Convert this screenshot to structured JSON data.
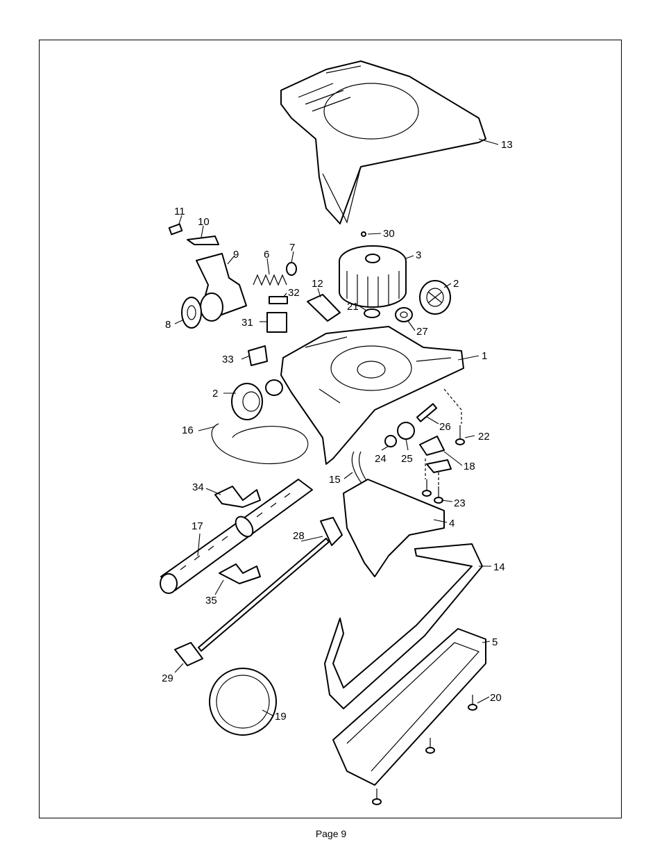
{
  "footer": {
    "page_label": "Page 9"
  },
  "callouts": {
    "c1": "1",
    "c2a": "2",
    "c2b": "2",
    "c3": "3",
    "c4": "4",
    "c5": "5",
    "c6": "6",
    "c7": "7",
    "c8": "8",
    "c9": "9",
    "c10": "10",
    "c11": "11",
    "c12": "12",
    "c13": "13",
    "c14": "14",
    "c15": "15",
    "c16": "16",
    "c17": "17",
    "c18": "18",
    "c19": "19",
    "c20": "20",
    "c21": "21",
    "c22": "22",
    "c23": "23",
    "c24": "24",
    "c25": "25",
    "c26": "26",
    "c27": "27",
    "c28": "28",
    "c29": "29",
    "c30": "30",
    "c31": "31",
    "c32": "32",
    "c33": "33",
    "c34": "34",
    "c35": "35"
  }
}
